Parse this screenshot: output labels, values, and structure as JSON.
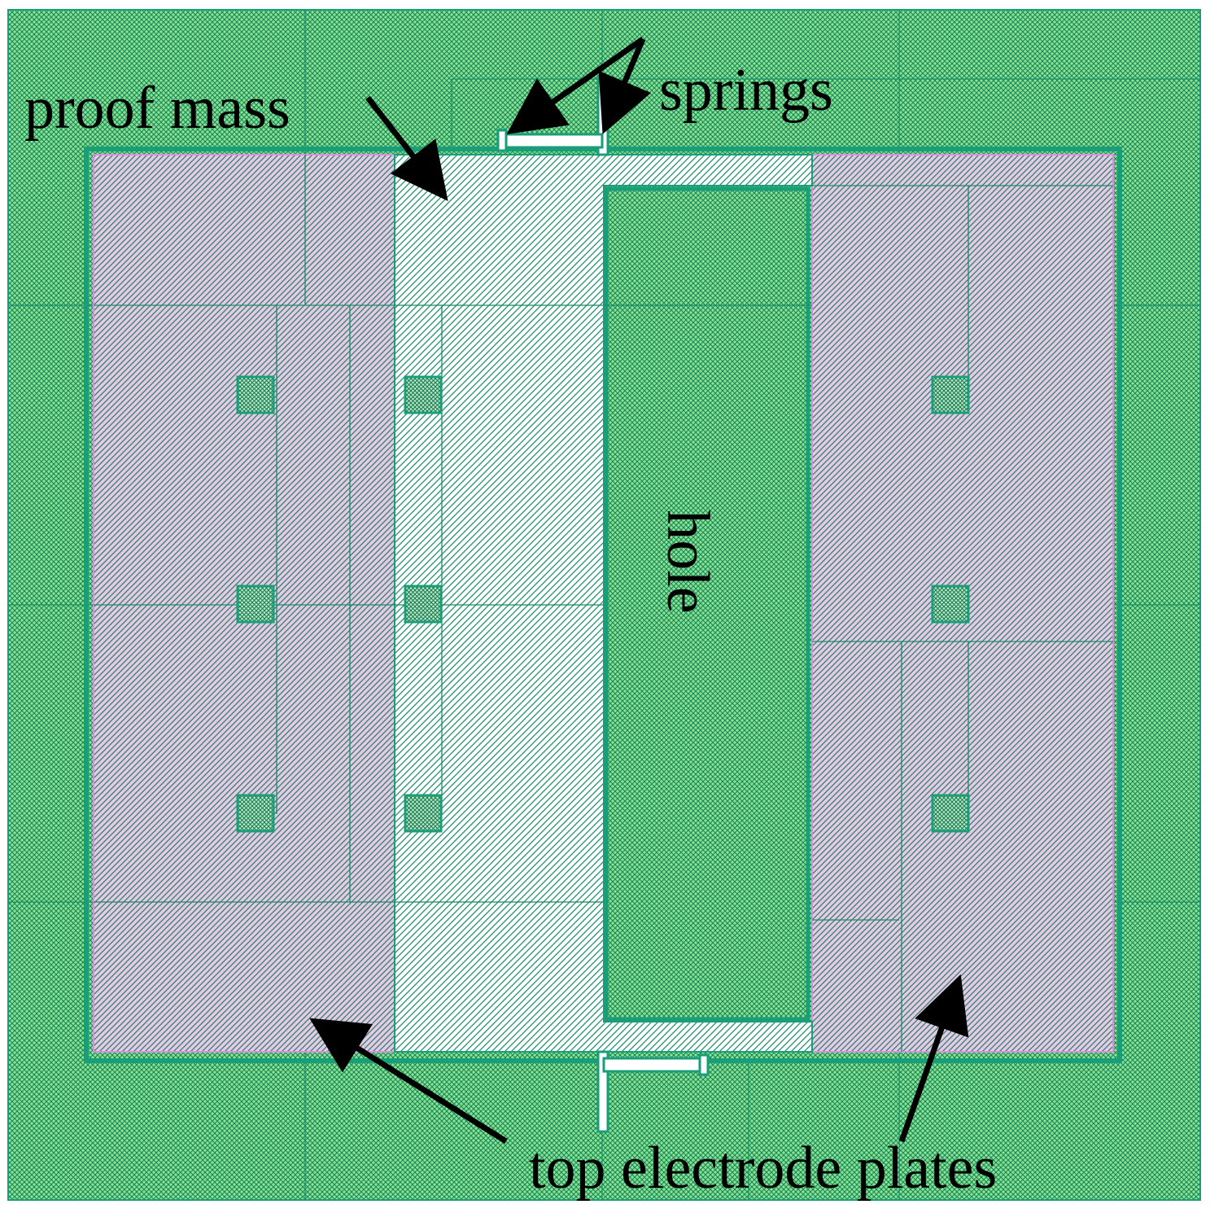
{
  "labels": {
    "proof_mass": "proof mass",
    "springs": "springs",
    "hole": "hole",
    "top_electrode_plates": "top electrode plates"
  },
  "colors": {
    "substrate_green": "#8fe08f",
    "substrate_dark": "#0e8a5a",
    "electrode_pink": "#e3c6e6",
    "electrode_hatch": "#2b8c64",
    "proof_mass_fill": "#ffffff",
    "proof_mass_hatch": "#1f8f6a",
    "outline": "#1a9e7a",
    "arrow": "#000000"
  }
}
